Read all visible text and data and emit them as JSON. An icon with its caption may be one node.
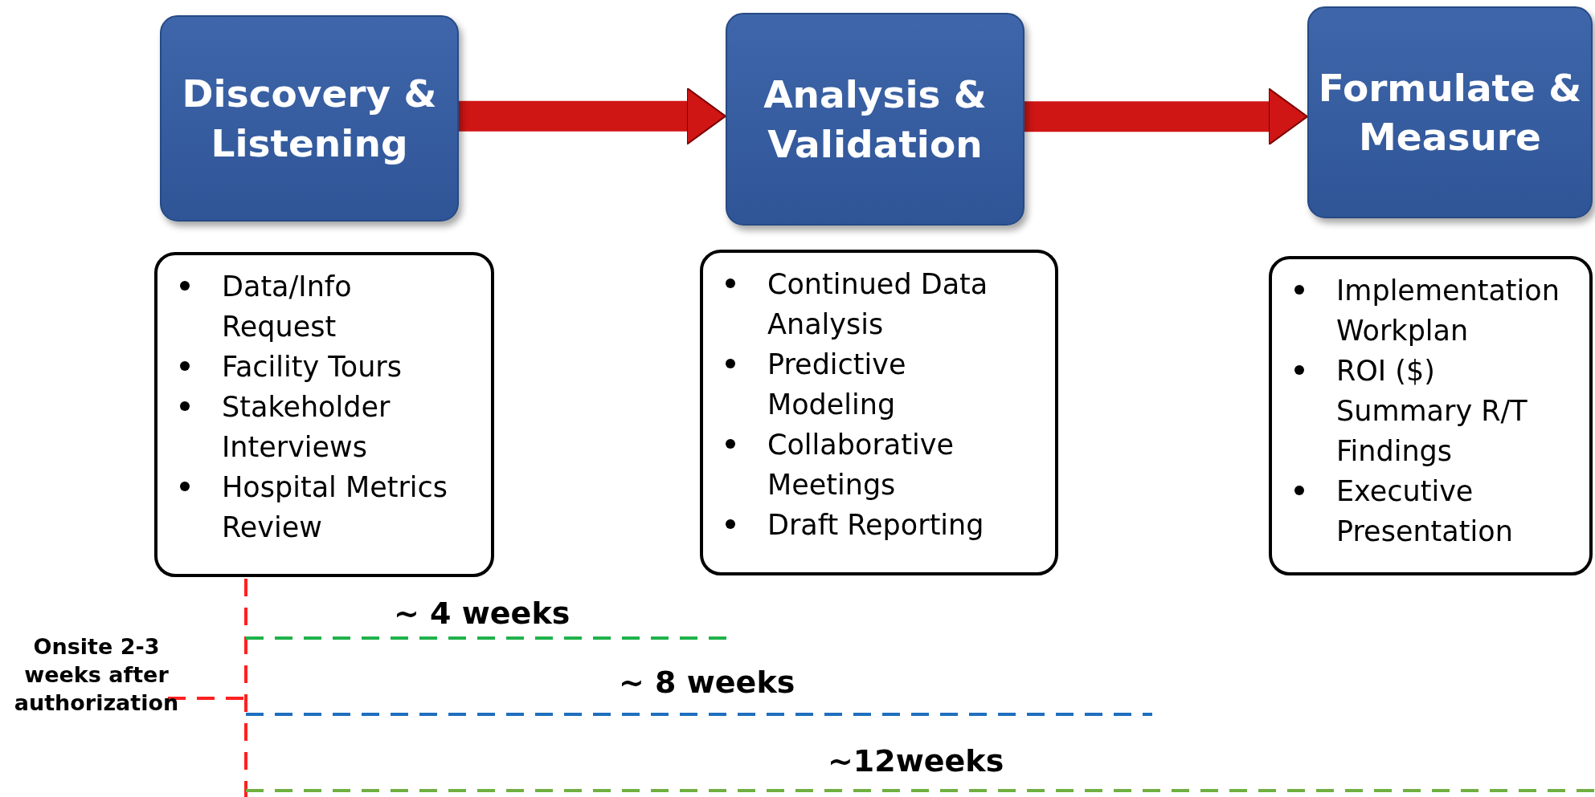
{
  "diagram": {
    "nodes": [
      {
        "text": [
          "Discovery & Listening"
        ]
      },
      {
        "text": [
          "Data/Info Request",
          "Facility Tours",
          "Stakeholder Interviews",
          "Hospital Metrics Review"
        ]
      },
      {
        "text": [
          "Analysis & Validation"
        ]
      },
      {
        "text": [
          "Continued Data Analysis",
          "Predictive Modeling",
          "Collaborative Meetings",
          "Draft Reporting"
        ]
      },
      {
        "text": [
          "Formulate & Measure"
        ]
      },
      {
        "text": [
          "Implementation Workplan",
          "ROI ($) Summary R/T Findings",
          "Executive Presentation"
        ]
      }
    ],
    "edges": [
      {
        "from": 0,
        "to": 2,
        "arrow": "to"
      },
      {
        "from": 2,
        "to": 4,
        "arrow": "to"
      }
    ],
    "labels": [
      "~ 4 weeks",
      "Onsite 2-3 weeks after authorization",
      "~ 8 weeks",
      "~12weeks"
    ]
  }
}
